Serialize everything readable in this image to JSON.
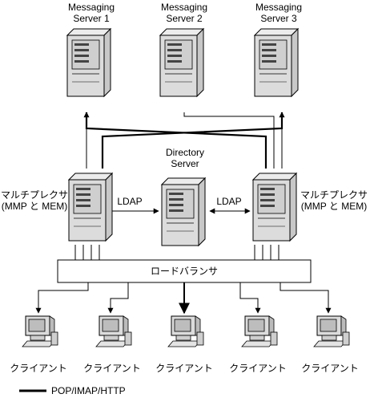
{
  "servers": [
    {
      "line1": "Messaging",
      "line2": "Server 1"
    },
    {
      "line1": "Messaging",
      "line2": "Server 2"
    },
    {
      "line1": "Messaging",
      "line2": "Server 3"
    }
  ],
  "directory": {
    "line1": "Directory",
    "line2": "Server"
  },
  "protocol_labels": [
    "LDAP",
    "LDAP"
  ],
  "multiplexers": [
    {
      "line1": "マルチプレクサ",
      "line2": "(MMP と MEM)"
    },
    {
      "line1": "マルチプレクサ",
      "line2": "(MMP と MEM)"
    }
  ],
  "load_balancer": "ロードバランサ",
  "clients": [
    "クライアント",
    "クライアント",
    "クライアント",
    "クライアント",
    "クライアント"
  ],
  "legend": {
    "label": "POP/IMAP/HTTP"
  }
}
